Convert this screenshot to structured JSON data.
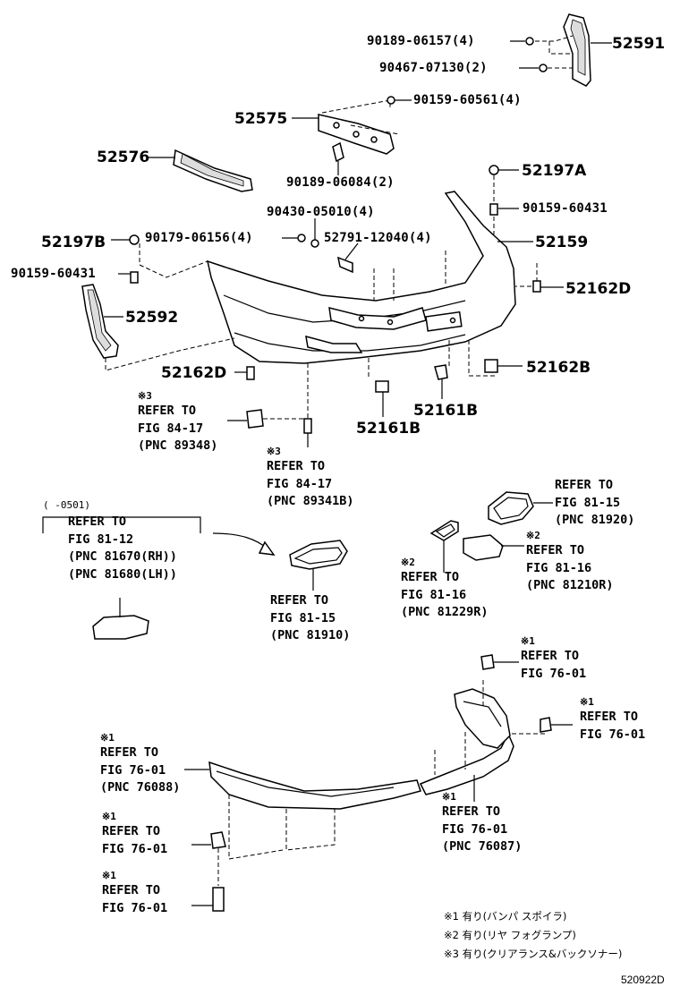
{
  "part_labels": {
    "p52591": "52591",
    "p52575": "52575",
    "p52576": "52576",
    "p52197A": "52197A",
    "p52197B": "52197B",
    "p52159": "52159",
    "p52592": "52592",
    "p52162D_right": "52162D",
    "p52162D_left": "52162D",
    "p52162B": "52162B",
    "p52161B_a": "52161B",
    "p52161B_b": "52161B"
  },
  "fastener_labels": {
    "f1": "90189-06157(4)",
    "f2": "90467-07130(2)",
    "f3": "90159-60561(4)",
    "f4": "90189-06084(2)",
    "f5": "90159-60431",
    "f6": "90430-05010(4)",
    "f7": "90179-06156(4)",
    "f8": "52791-12040(4)",
    "f9": "90159-60431"
  },
  "references": {
    "r1": {
      "mark": "※3",
      "line1": "REFER TO",
      "line2": "FIG 84-17",
      "line3": "(PNC 89348)"
    },
    "r2": {
      "mark": "※3",
      "line1": "REFER TO",
      "line2": "FIG 84-17",
      "line3": "(PNC 89341B)"
    },
    "r3": {
      "bracket": "(    -0501)",
      "line1": "REFER TO",
      "line2": "FIG 81-12",
      "line3": "(PNC 81670(RH))",
      "line4": "(PNC 81680(LH))"
    },
    "r4": {
      "line1": "REFER TO",
      "line2": "FIG 81-15",
      "line3": "(PNC 81910)"
    },
    "r5": {
      "line1": "REFER TO",
      "line2": "FIG 81-15",
      "line3": "(PNC 81920)"
    },
    "r6": {
      "mark": "※2",
      "line1": "REFER TO",
      "line2": "FIG 81-16",
      "line3": "(PNC 81210R)"
    },
    "r7": {
      "mark": "※2",
      "line1": "REFER TO",
      "line2": "FIG 81-16",
      "line3": "(PNC 81229R)"
    },
    "r8": {
      "mark": "※1",
      "line1": "REFER TO",
      "line2": "FIG 76-01"
    },
    "r9": {
      "mark": "※1",
      "line1": "REFER TO",
      "line2": "FIG 76-01"
    },
    "r10": {
      "mark": "※1",
      "line1": "REFER TO",
      "line2": "FIG 76-01",
      "line3": "(PNC 76088)"
    },
    "r11": {
      "mark": "※1",
      "line1": "REFER TO",
      "line2": "FIG 76-01",
      "line3": "(PNC 76087)"
    },
    "r12": {
      "mark": "※1",
      "line1": "REFER TO",
      "line2": "FIG 76-01"
    },
    "r13": {
      "mark": "※1",
      "line1": "REFER TO",
      "line2": "FIG 76-01"
    }
  },
  "notes": {
    "n1": "※1 有り(バンパ スポイラ)",
    "n2": "※2 有り(リヤ フォグランプ)",
    "n3": "※3 有り(クリアランス&バックソナー)"
  },
  "diagram_code": "520922D"
}
